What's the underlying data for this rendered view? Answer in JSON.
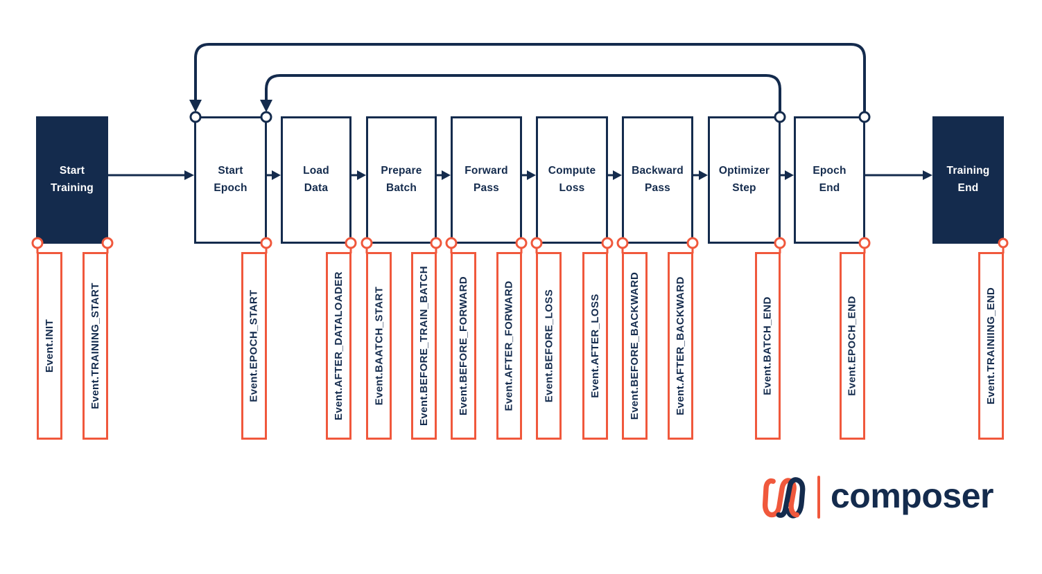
{
  "colors": {
    "navy": "#142B4D",
    "orange": "#F0583C",
    "background": "#FFFFFF"
  },
  "flow": {
    "boxes": [
      {
        "label": "Start\nTraining",
        "variant": "filled"
      },
      {
        "label": "Start\nEpoch",
        "variant": "outline"
      },
      {
        "label": "Load\nData",
        "variant": "outline"
      },
      {
        "label": "Prepare\nBatch",
        "variant": "outline"
      },
      {
        "label": "Forward\nPass",
        "variant": "outline"
      },
      {
        "label": "Compute\nLoss",
        "variant": "outline"
      },
      {
        "label": "Backward\nPass",
        "variant": "outline"
      },
      {
        "label": "Optimizer\nStep",
        "variant": "outline"
      },
      {
        "label": "Epoch\nEnd",
        "variant": "outline"
      },
      {
        "label": "Training\nEnd",
        "variant": "filled"
      }
    ],
    "events": [
      {
        "label": "Event.INIT",
        "attached_to": "Start Training",
        "corner": "bottom-left"
      },
      {
        "label": "Event.TRAINING_START",
        "attached_to": "Start Training",
        "corner": "bottom-right"
      },
      {
        "label": "Event.EPOCH_START",
        "attached_to": "Start Epoch",
        "corner": "bottom-right"
      },
      {
        "label": "Event.AFTER_DATALOADER",
        "attached_to": "Load Data",
        "corner": "bottom-right"
      },
      {
        "label": "Event.BAATCH_START",
        "attached_to": "Prepare Batch",
        "corner": "bottom-left"
      },
      {
        "label": "Event.BEFORE_TRAIN_BATCH",
        "attached_to": "Prepare Batch",
        "corner": "bottom-right"
      },
      {
        "label": "Event.BEFORE_FORWARD",
        "attached_to": "Forward Pass",
        "corner": "bottom-left"
      },
      {
        "label": "Event.AFTER_FORWARD",
        "attached_to": "Forward Pass",
        "corner": "bottom-right"
      },
      {
        "label": "Event.BEFORE_LOSS",
        "attached_to": "Compute Loss",
        "corner": "bottom-left"
      },
      {
        "label": "Event.AFTER_LOSS",
        "attached_to": "Compute Loss",
        "corner": "bottom-right"
      },
      {
        "label": "Event.BEFORE_BACKWARD",
        "attached_to": "Backward Pass",
        "corner": "bottom-left"
      },
      {
        "label": "Event.AFTER_BACKWARD",
        "attached_to": "Backward Pass",
        "corner": "bottom-right"
      },
      {
        "label": "Event.BATCH_END",
        "attached_to": "Optimizer Step",
        "corner": "bottom-right"
      },
      {
        "label": "Event.EPOCH_END",
        "attached_to": "Epoch End",
        "corner": "bottom-right"
      },
      {
        "label": "Event.TRAINIING_END",
        "attached_to": "Training End",
        "corner": "bottom-right"
      }
    ],
    "loops": [
      {
        "from": "Optimizer Step",
        "to": "Start Epoch"
      },
      {
        "from": "Epoch End",
        "to": "Start Epoch"
      }
    ]
  },
  "logo": {
    "wordmark": "composer",
    "mark": "mosaicml-squiggle-mark"
  }
}
